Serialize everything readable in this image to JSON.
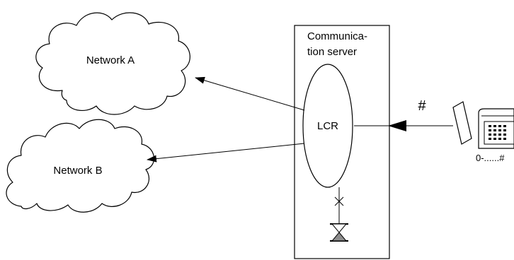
{
  "diagram": {
    "network_a": "Network A",
    "network_b": "Network B",
    "server_title_line1": "Communica-",
    "server_title_line2": "tion server",
    "lcr": "LCR",
    "hash_label": "#",
    "dial_string": "0-......#"
  }
}
